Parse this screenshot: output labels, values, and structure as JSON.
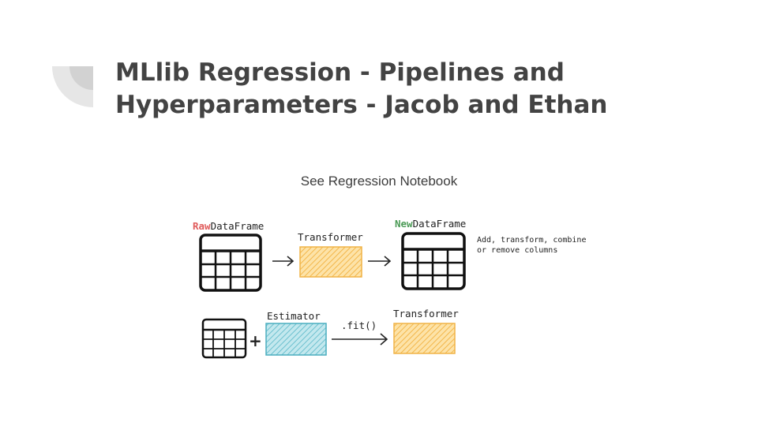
{
  "slide": {
    "title": "MLlib Regression - Pipelines and Hyperparameters - Jacob and Ethan",
    "subtitle": "See Regression Notebook"
  },
  "diagram": {
    "row1": {
      "raw_word": "Raw",
      "raw_rest": "DataFrame",
      "transformer_label": "Transformer",
      "new_word": "New",
      "new_rest": "DataFrame",
      "note": "Add, transform, combine or remove columns"
    },
    "row2": {
      "plus": "+",
      "estimator_label": "Estimator",
      "fit_label": ".fit()",
      "transformer_label": "Transformer"
    }
  },
  "colors": {
    "raw": "#e05b5b",
    "new": "#4a9a55",
    "transformer_fill": "#fbc96a",
    "estimator_fill": "#8fd0dc",
    "title": "#434343",
    "deco": "#e6e6e6"
  }
}
